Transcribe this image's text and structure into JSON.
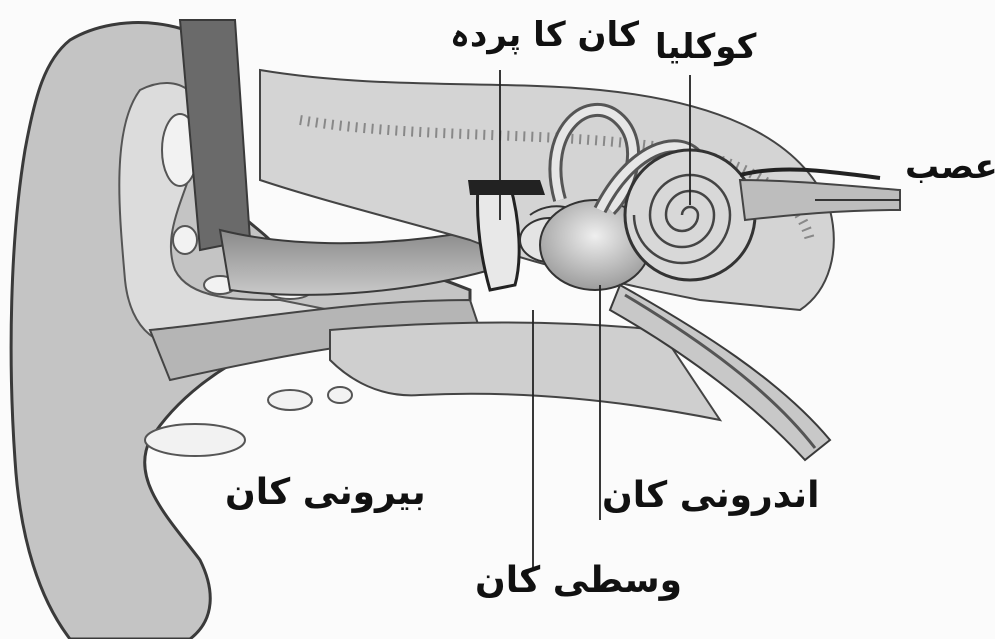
{
  "labels": {
    "eardrum": "کان کا پردہ",
    "cochlea": "کوکلیا",
    "nerve": "عصب",
    "outer_ear": "بیرونی کان",
    "middle_ear": "وسطی کان",
    "inner_ear": "اندرونی کان"
  },
  "colors": {
    "background": "#fbfbfb",
    "outline": "#3a3a3a",
    "dark_shade": "#5a5a5a",
    "mid_shade": "#a8a8a8",
    "light_shade": "#d6d6d6",
    "text": "#111111"
  }
}
